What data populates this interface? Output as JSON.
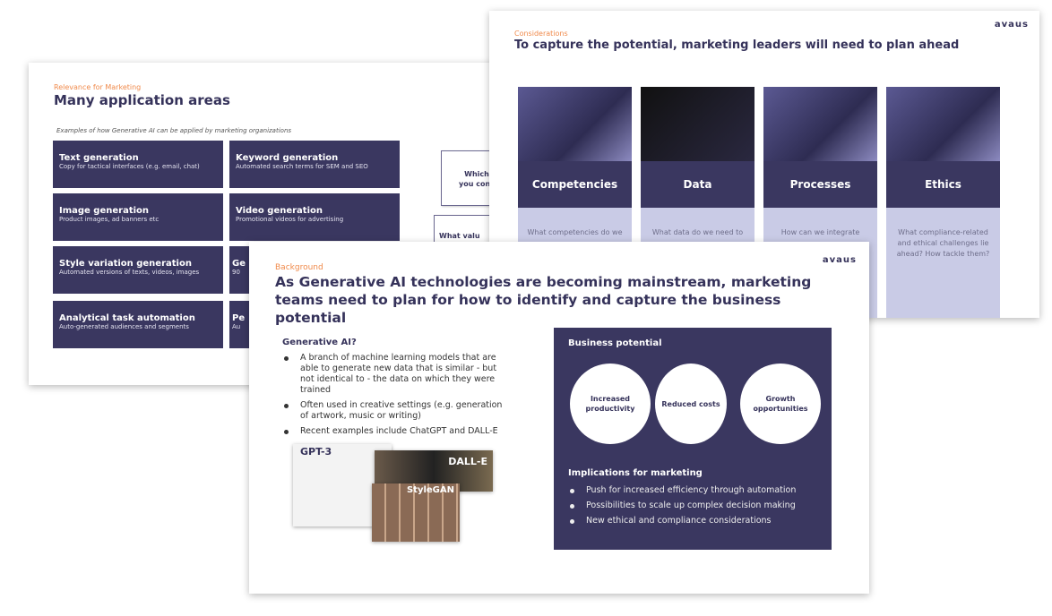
{
  "slide_applications": {
    "kicker": "Relevance for Marketing",
    "title": "Many application areas",
    "subtitle": "Examples of how Generative AI can be applied by marketing organizations",
    "items": [
      {
        "title": "Text generation",
        "desc": "Copy for tactical interfaces (e.g. email, chat)"
      },
      {
        "title": "Keyword generation",
        "desc": "Automated search terms for SEM and SEO"
      },
      {
        "title": "Image generation",
        "desc": "Product images, ad banners etc"
      },
      {
        "title": "Video generation",
        "desc": "Promotional videos for advertising"
      },
      {
        "title": "Style variation generation",
        "desc": "Automated versions of texts, videos, images"
      },
      {
        "title": "Ge",
        "desc": "90"
      },
      {
        "title": "Analytical task automation",
        "desc": "Auto-generated audiences and segments"
      },
      {
        "title": "Pe",
        "desc": "Au"
      }
    ],
    "callouts": [
      "Which\nyou cons",
      "What valu"
    ]
  },
  "slide_considerations": {
    "kicker": "Considerations",
    "title": "To capture the potential, marketing leaders will need to plan ahead",
    "logo": "avaus",
    "cards": [
      {
        "title": "Competencies",
        "question": "What competencies do we"
      },
      {
        "title": "Data",
        "question": "What data do we need to"
      },
      {
        "title": "Processes",
        "question": "How can we integrate"
      },
      {
        "title": "Ethics",
        "question": "What compliance-related and ethical challenges lie ahead? How tackle them?"
      }
    ]
  },
  "slide_background": {
    "kicker": "Background",
    "title": "As Generative AI technologies are becoming mainstream, marketing teams need to plan for how to identify and capture the business potential",
    "logo": "avaus",
    "genai_heading": "Generative AI?",
    "genai_points": [
      "A branch of machine learning models that are able to generate new data that is similar - but not identical to - the data on which they were trained",
      "Often used in creative settings (e.g. generation of artwork, music or writing)",
      "Recent examples include ChatGPT and DALL-E"
    ],
    "image_labels": [
      "GPT-3",
      "DALL-E",
      "StyleGAN"
    ],
    "business_heading": "Business potential",
    "potentials": [
      "Increased productivity",
      "Reduced costs",
      "Growth opportunities"
    ],
    "implications_heading": "Implications for marketing",
    "implications": [
      "Push for increased efficiency through automation",
      "Possibilities to scale up complex decision making",
      "New ethical and compliance considerations"
    ]
  }
}
